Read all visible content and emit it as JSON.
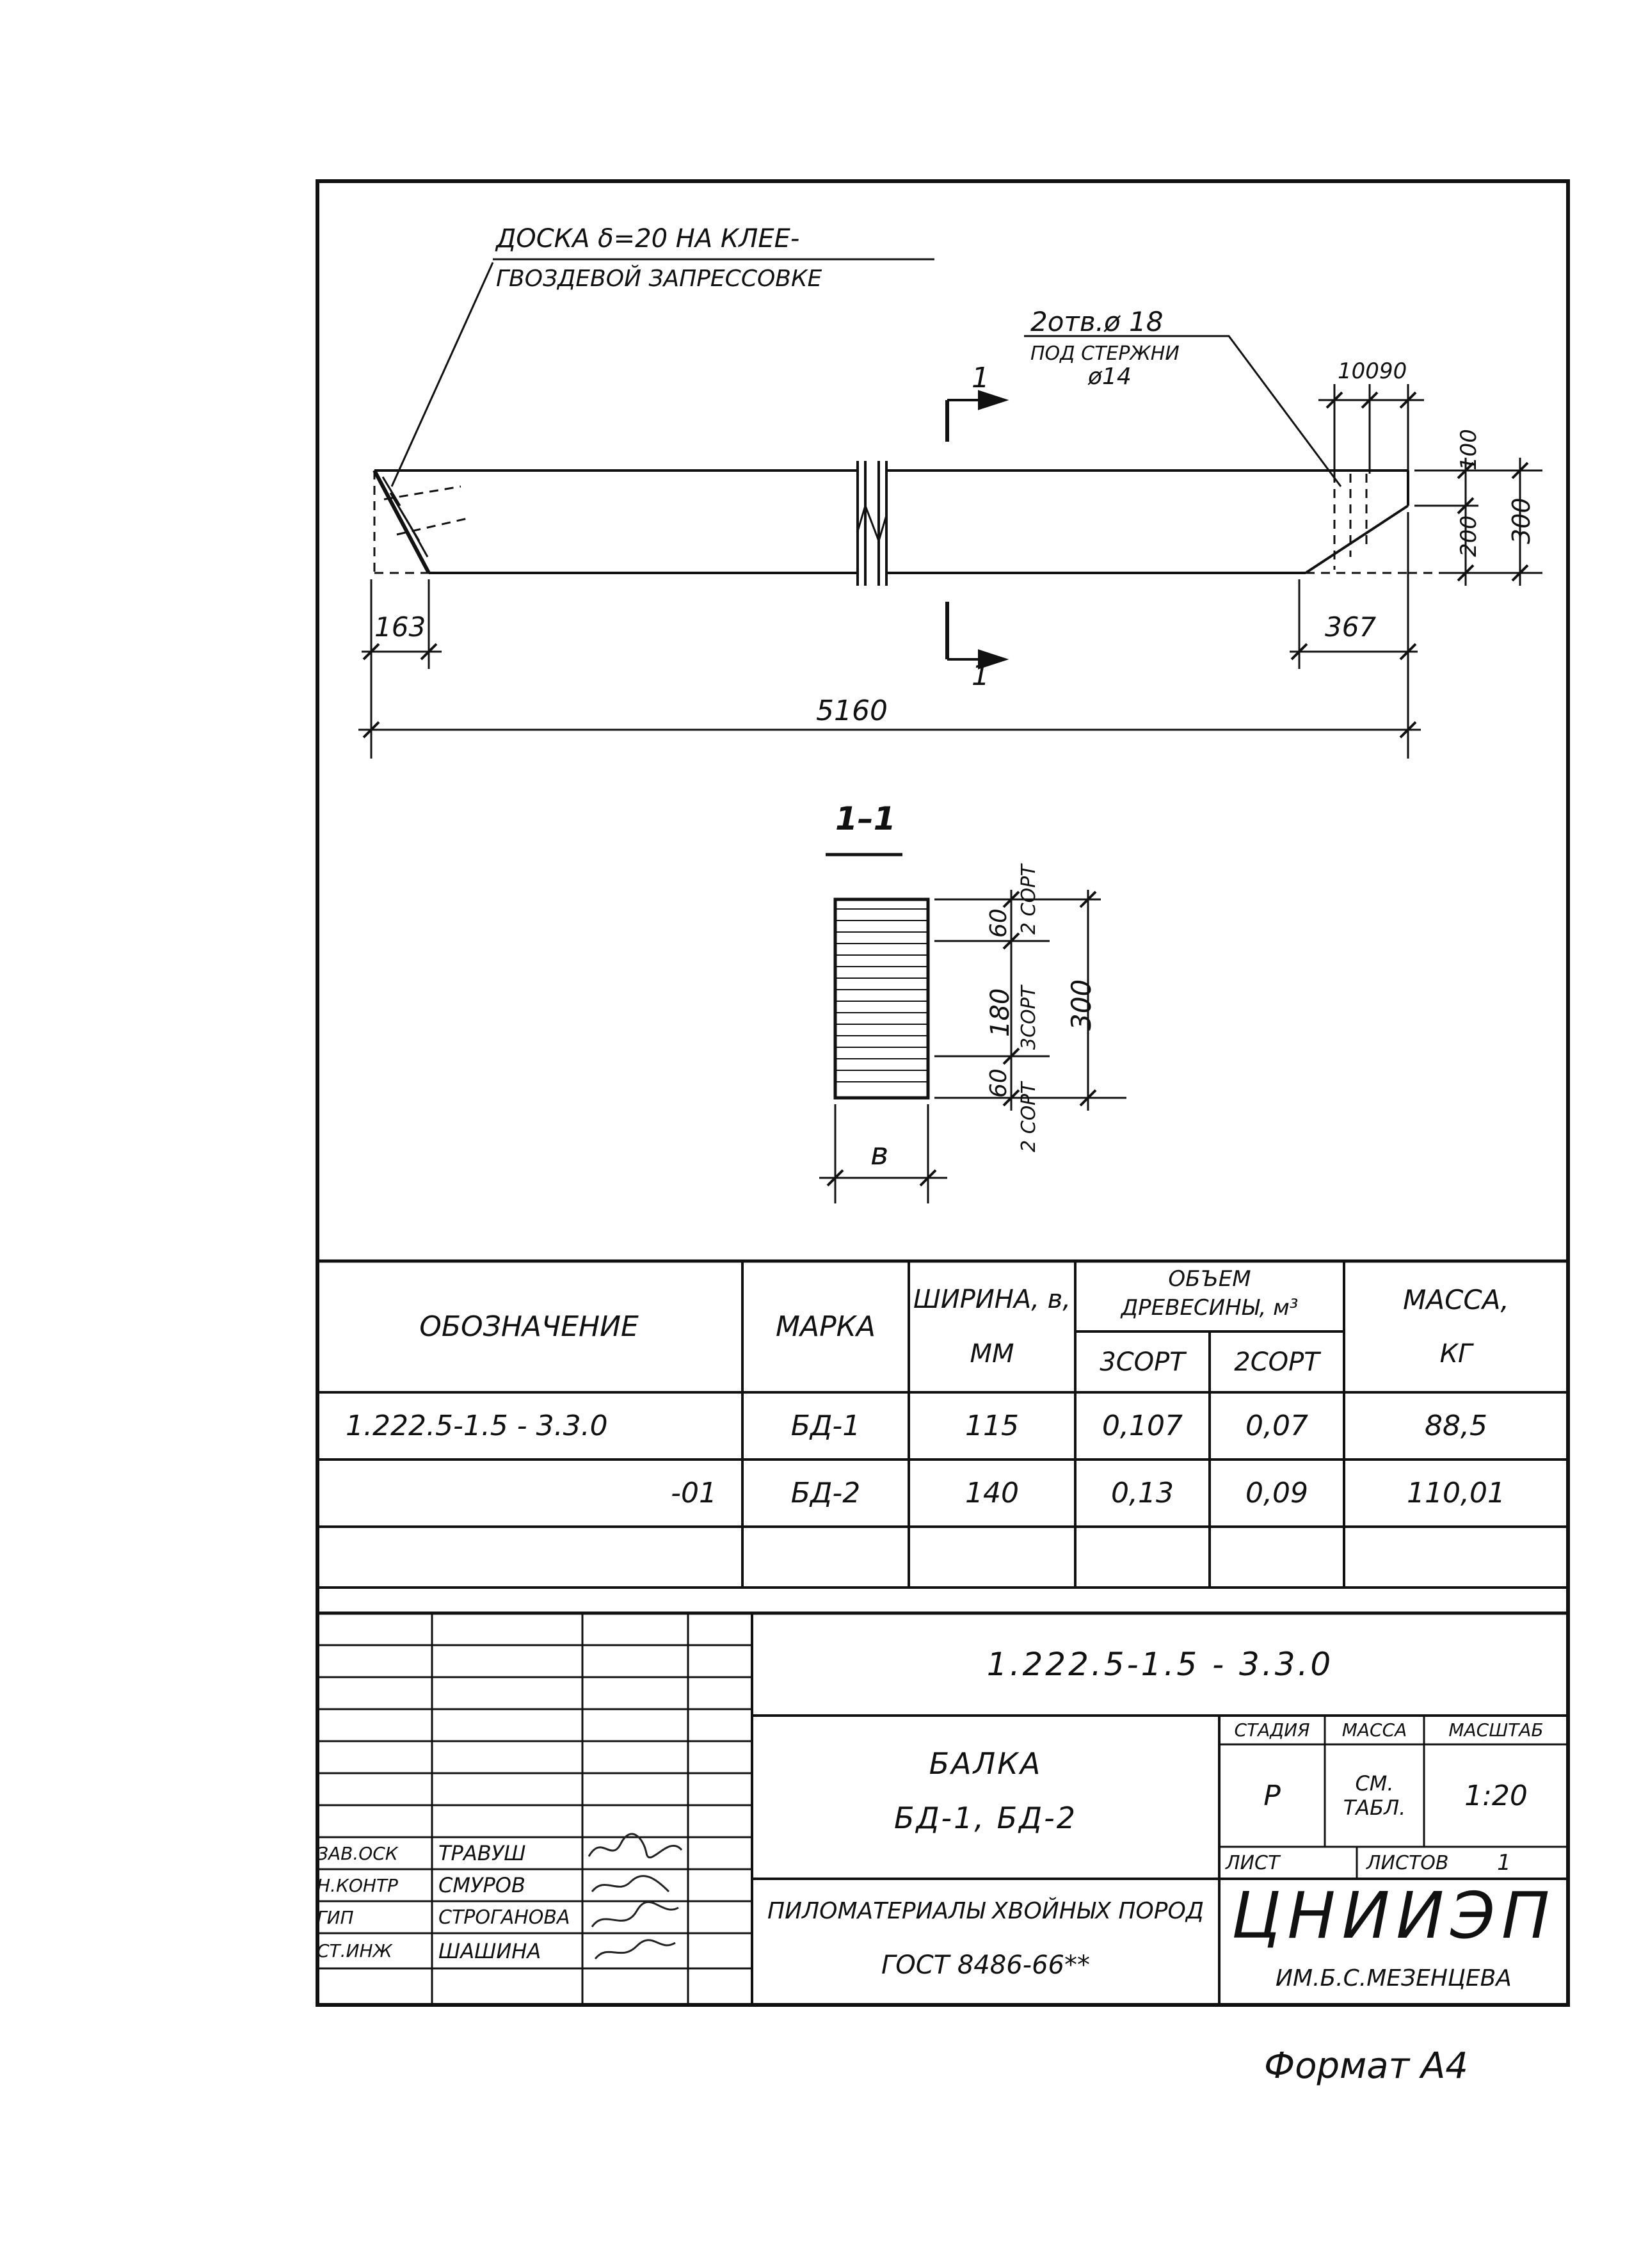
{
  "drawing": {
    "note_board": [
      "ДОСКА δ=20 НА КЛЕЕ-",
      "ГВОЗДЕВОЙ ЗАПРЕССОВКЕ"
    ],
    "note_holes": [
      "2отв.ø 18",
      "ПОД СТЕРЖНИ",
      "ø14"
    ],
    "section_mark": "1",
    "dims": {
      "d163": "163",
      "d367": "367",
      "d5160": "5160",
      "d100a": "100",
      "d90": "90",
      "d100b": "100",
      "d200": "200",
      "d300": "300"
    },
    "section_title": "1–1",
    "section_dims": {
      "s60top": "60",
      "s180": "180",
      "s60bot": "60",
      "s300": "300",
      "sb": "в",
      "grade2_top": "2 СОРТ",
      "grade3": "3СОРТ",
      "grade2_bot": "2 СОРТ"
    }
  },
  "spec_table": {
    "headers": {
      "designation": "ОБОЗНАЧЕНИЕ",
      "mark": "МАРКА",
      "width": "ШИРИНА, в,",
      "width_unit": "ММ",
      "volume": "ОБЪЕМ",
      "volume2": "ДРЕВЕСИНЫ, м³",
      "grade3": "3СОРТ",
      "grade2": "2СОРТ",
      "mass": "МАССА,",
      "mass_unit": "КГ"
    },
    "rows": [
      {
        "designation": "1.222.5-1.5 - 3.3.0",
        "mark": "БД-1",
        "width": "115",
        "v3": "0,107",
        "v2": "0,07",
        "mass": "88,5"
      },
      {
        "designation": "-01",
        "mark": "БД-2",
        "width": "140",
        "v3": "0,13",
        "v2": "0,09",
        "mass": "110,01"
      }
    ]
  },
  "title_block": {
    "doc_code": "1.222.5-1.5 - 3.3.0",
    "name1": "БАЛКА",
    "name2": "БД-1, БД-2",
    "material1": "ПИЛОМАТЕРИАЛЫ ХВОЙНЫХ ПОРОД",
    "material2": "ГОСТ 8486-66**",
    "stage_label": "СТАДИЯ",
    "mass_label": "МАССА",
    "scale_label": "МАСШТАБ",
    "stage": "Р",
    "mass": "СМ. ТАБЛ.",
    "scale": "1:20",
    "sheet_label": "ЛИСТ",
    "sheets_label": "ЛИСТОВ",
    "sheets": "1",
    "org_logo": "ЦНИИЭП",
    "org_name": "ИМ.Б.С.МЕЗЕНЦЕВА",
    "signers": [
      {
        "role": "ЗАВ.ОСК",
        "name": "ТРАВУШ"
      },
      {
        "role": "Н.КОНТР",
        "name": "СМУРОВ"
      },
      {
        "role": "ГИП",
        "name": "СТРОГАНОВА"
      },
      {
        "role": "СТ.ИНЖ",
        "name": "ШАШИНА"
      }
    ]
  },
  "format": "Формат А4"
}
